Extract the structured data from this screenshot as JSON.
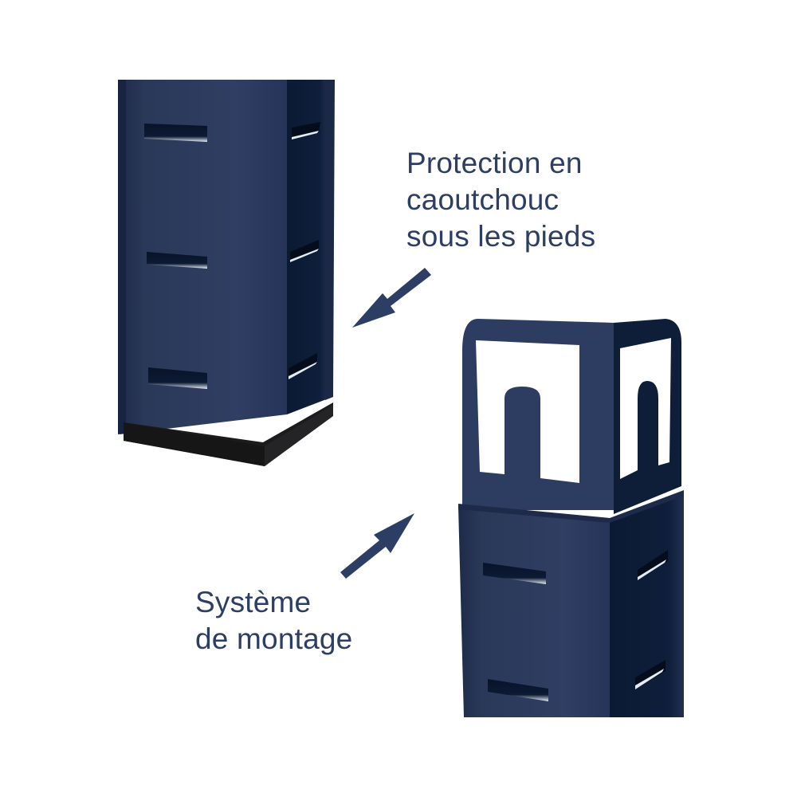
{
  "callouts": {
    "rubber_protection": {
      "lines": [
        "Protection en",
        "caoutchouc",
        "sous les pieds"
      ]
    },
    "mounting_system": {
      "lines": [
        "Système",
        "de montage"
      ]
    }
  },
  "colors": {
    "post_front": "#2b3a5e",
    "post_side": "#0f1b33",
    "rubber_foot": "#1c1c1e",
    "label_text": "#2c3e63",
    "arrow": "#2c3e63",
    "background": "#ffffff"
  },
  "icons": {
    "arrow_to_foot": "arrow-down-left",
    "arrow_to_mount": "arrow-up-right"
  }
}
